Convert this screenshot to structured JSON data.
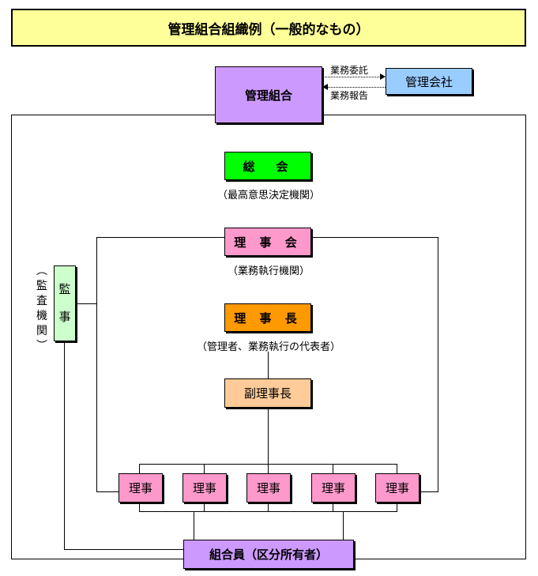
{
  "title": "管理組合組織例（一般的なもの）",
  "nodes": {
    "management_association": "管理組合",
    "management_company": "管理会社",
    "general_assembly": "総　会",
    "general_assembly_note": "（最高意思決定機関）",
    "board": "理 事 会",
    "board_note": "（業務執行機関）",
    "chairman": "理 事 長",
    "chairman_note": "（管理者、業務執行の代表者）",
    "vice_chairman": "副理事長",
    "auditor_chars": [
      "監",
      "事"
    ],
    "auditor_note_chars": [
      "︵",
      "監",
      "査",
      "機",
      "関",
      "︶"
    ],
    "directors": [
      "理事",
      "理事",
      "理事",
      "理事",
      "理事"
    ],
    "members": "組合員（区分所有者）"
  },
  "arrows": {
    "outsourcing": "業務委託",
    "report": "業務報告"
  },
  "colors": {
    "title_bg": "#ffff99",
    "association": "#cc99ff",
    "company": "#99ccff",
    "assembly": "#00ff00",
    "board": "#ff99cc",
    "chairman": "#ff9900",
    "vice_chairman": "#ffcc99",
    "auditor": "#ccffcc",
    "members": "#cc99ff"
  }
}
